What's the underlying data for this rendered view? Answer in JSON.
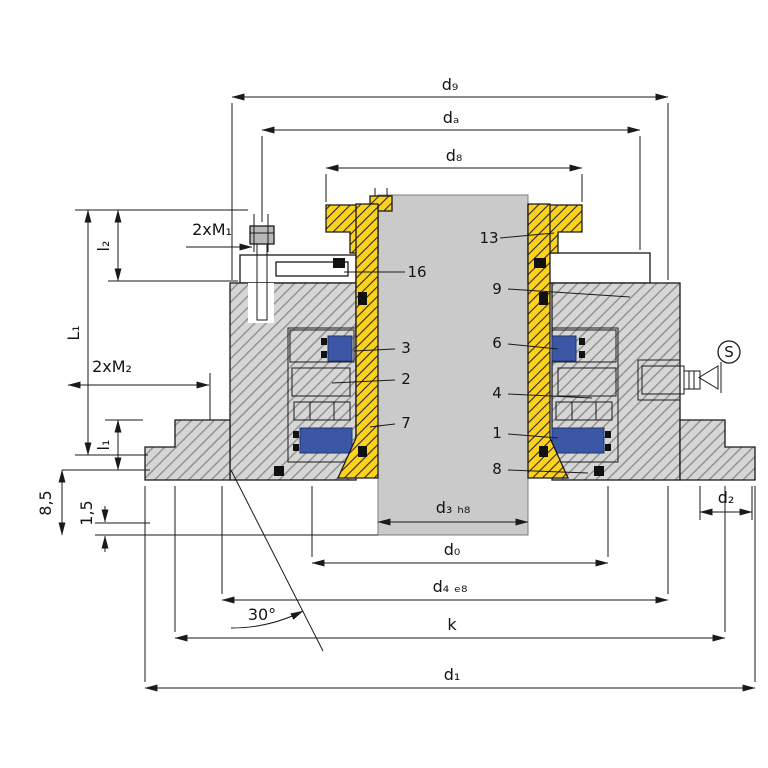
{
  "colors": {
    "background": "#ffffff",
    "line": "#1a1a1a",
    "shaft_gray": "#cacaca",
    "hatch_gray_fill": "#d6d6d6",
    "hatch_gray_line": "#8f8f8f",
    "sleeve_yellow": "#fcd21c",
    "seal_blue": "#3b56a5"
  },
  "labels": {
    "d9": "d₉",
    "da": "dₐ",
    "d8": "d₈",
    "L1": "L₁",
    "l2": "l₂",
    "l1": "l₁",
    "m1": "2xM₁",
    "m2": "2xM₂",
    "h85": "8,5",
    "h15": "1,5",
    "d3h8": "d₃ ₕ₈",
    "d0": "d₀",
    "d4e8": "d₄ ₑ₈",
    "k": "k",
    "d1": "d₁",
    "d2": "d₂",
    "angle": "30°",
    "s_marker": "S"
  },
  "callouts": {
    "c1": "1",
    "c2": "2",
    "c3": "3",
    "c4": "4",
    "c6": "6",
    "c7": "7",
    "c8": "8",
    "c9": "9",
    "c13": "13",
    "c16": "16"
  }
}
